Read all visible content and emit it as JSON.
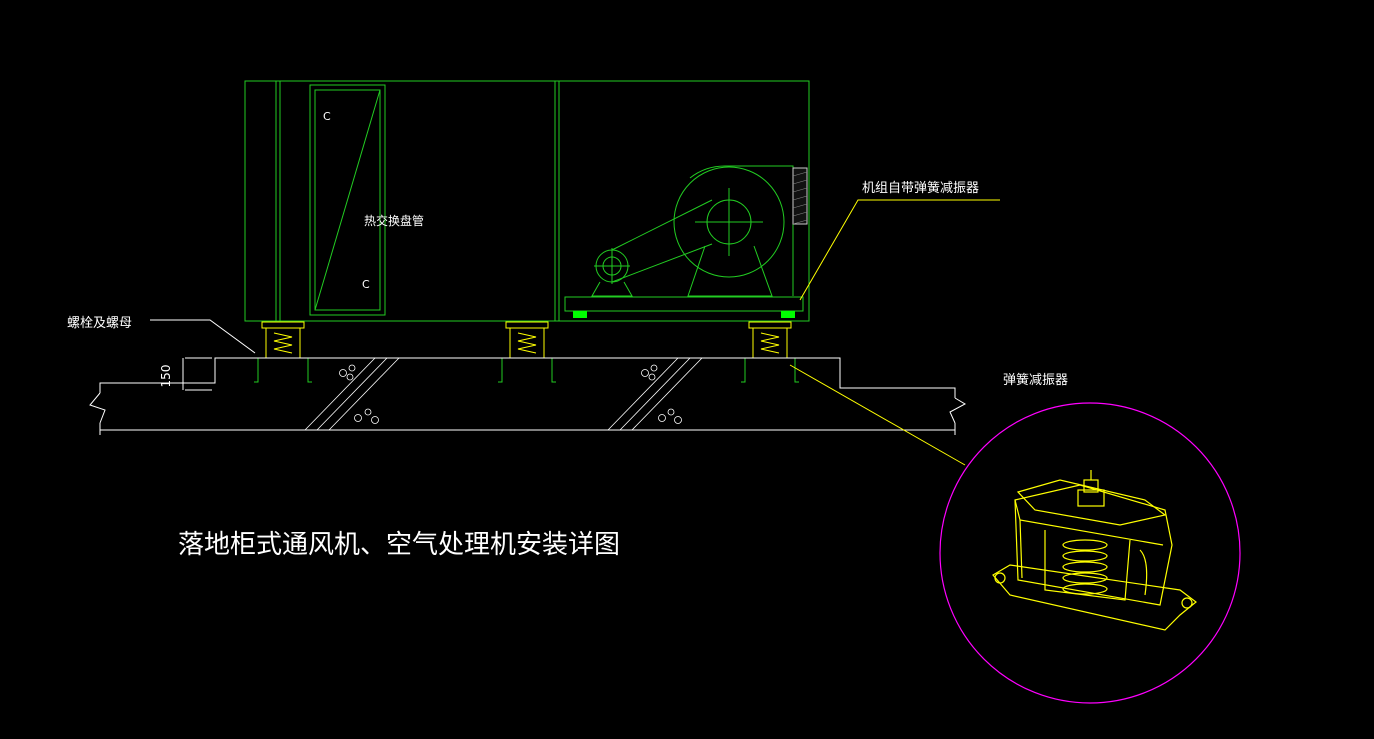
{
  "labels": {
    "coil": "热交换盘管",
    "coil_mark_top": "C",
    "coil_mark_bottom": "C",
    "unit_isolator": "机组自带弹簧减振器",
    "bolt_nut": "螺栓及螺母",
    "spring_isolator": "弹簧减振器",
    "dimension": "150",
    "title": "落地柜式通风机、空气处理机安装详图"
  },
  "colors": {
    "background": "#000000",
    "unit": "#22cc22",
    "detail": "#ffff00",
    "floor": "#ffffff",
    "callout_circle": "#ff00ff",
    "pad": "#00ff00"
  }
}
